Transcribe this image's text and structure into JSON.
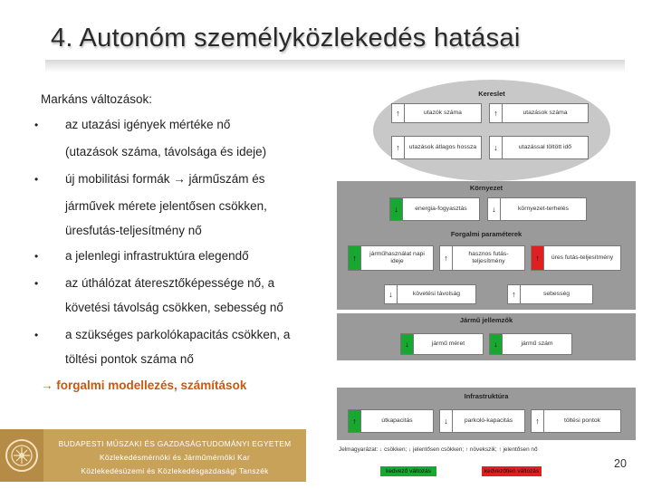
{
  "title": "4. Autonóm személyközlekedés hatásai",
  "content": {
    "heading": "Markáns változások:",
    "bullets": [
      "az utazási igények mértéke nő",
      "(utazások száma, távolsága és ideje)",
      "új mobilitási formák → járműszám és",
      "járművek mérete jelentősen csökken,",
      "üresfutás-teljesítmény nő",
      "a jelenlegi infrastruktúra elegendő",
      "az úthálózat áteresztőképessége nő, a",
      "követési távolság csökken, sebesség nő",
      "a szükséges parkolókapacitás csökken, a",
      "töltési pontok száma nő"
    ],
    "bullet_symbol": "•",
    "conclusion": "→ forgalmi modellezés, számítások"
  },
  "footer": {
    "line1": "BUDAPESTI MŰSZAKI ÉS GAZDASÁGTUDOMÁNYI EGYETEM",
    "line2": "Közlekedésmérnöki és Járműmérnöki Kar",
    "line3": "Közlekedésüzemi és Közlekedésgazdasági Tanszék",
    "logo_icon": "university-seal-icon"
  },
  "diagram": {
    "sections": {
      "kereslet": "Kereslet",
      "kornyezet": "Környezet",
      "forgalmi": "Forgalmi paraméterek",
      "jarmu": "Jármű jellemzők",
      "infra": "Infrastruktúra"
    },
    "boxes": {
      "utazok_szama": {
        "label": "utazók száma",
        "arrows": "↑",
        "color": "white"
      },
      "utazasok_szama": {
        "label": "utazások száma",
        "arrows": "↑",
        "color": "white"
      },
      "atlagos_hossza": {
        "label": "utazások átlagos hossza",
        "arrows": "↑",
        "color": "white"
      },
      "toltott_ido": {
        "label": "utazással töltött idő",
        "arrows": "↓",
        "color": "white"
      },
      "energia": {
        "label": "energia-fogyasztás",
        "arrows": "↓",
        "color": "green"
      },
      "kornyezetterheles": {
        "label": "környezet-terhelés",
        "arrows": "↓",
        "color": "white"
      },
      "jarmuhasznalat": {
        "label": "járműhasználat napi ideje",
        "arrows": "↑",
        "color": "green"
      },
      "hasznos_futas": {
        "label": "hasznos futás-teljesítmény",
        "arrows": "↑",
        "color": "white"
      },
      "ures_futas": {
        "label": "üres futás-teljesítmény",
        "arrows": "↑",
        "color": "red"
      },
      "kovetesi": {
        "label": "követési távolság",
        "arrows": "↓",
        "color": "white"
      },
      "sebesseg": {
        "label": "sebesség",
        "arrows": "↑",
        "color": "white"
      },
      "jarmu_meret": {
        "label": "jármű méret",
        "arrows": "↓",
        "color": "green"
      },
      "jarmu_szam": {
        "label": "jármű szám",
        "arrows": "↓",
        "color": "green"
      },
      "utkapacitas": {
        "label": "útkapacitás",
        "arrows": "↑",
        "color": "green"
      },
      "parkolo": {
        "label": "parkoló-kapacitás",
        "arrows": "↓",
        "color": "white"
      },
      "toltesi_pontok": {
        "label": "töltési pontok",
        "arrows": "↑",
        "color": "white"
      }
    },
    "colors": {
      "green": "#18a832",
      "red": "#e02020",
      "band": "#9a9a9a",
      "ellipse": "#c8c8c8"
    }
  },
  "legend": {
    "text": "Jelmagyarázat: ↓ csökken; ↓ jelentősen csökken; ↑ növekszik; ↑ jelentősen nő",
    "positive": "kedvező változás",
    "negative": "kedvezőtlen változás"
  },
  "page_number": "20"
}
